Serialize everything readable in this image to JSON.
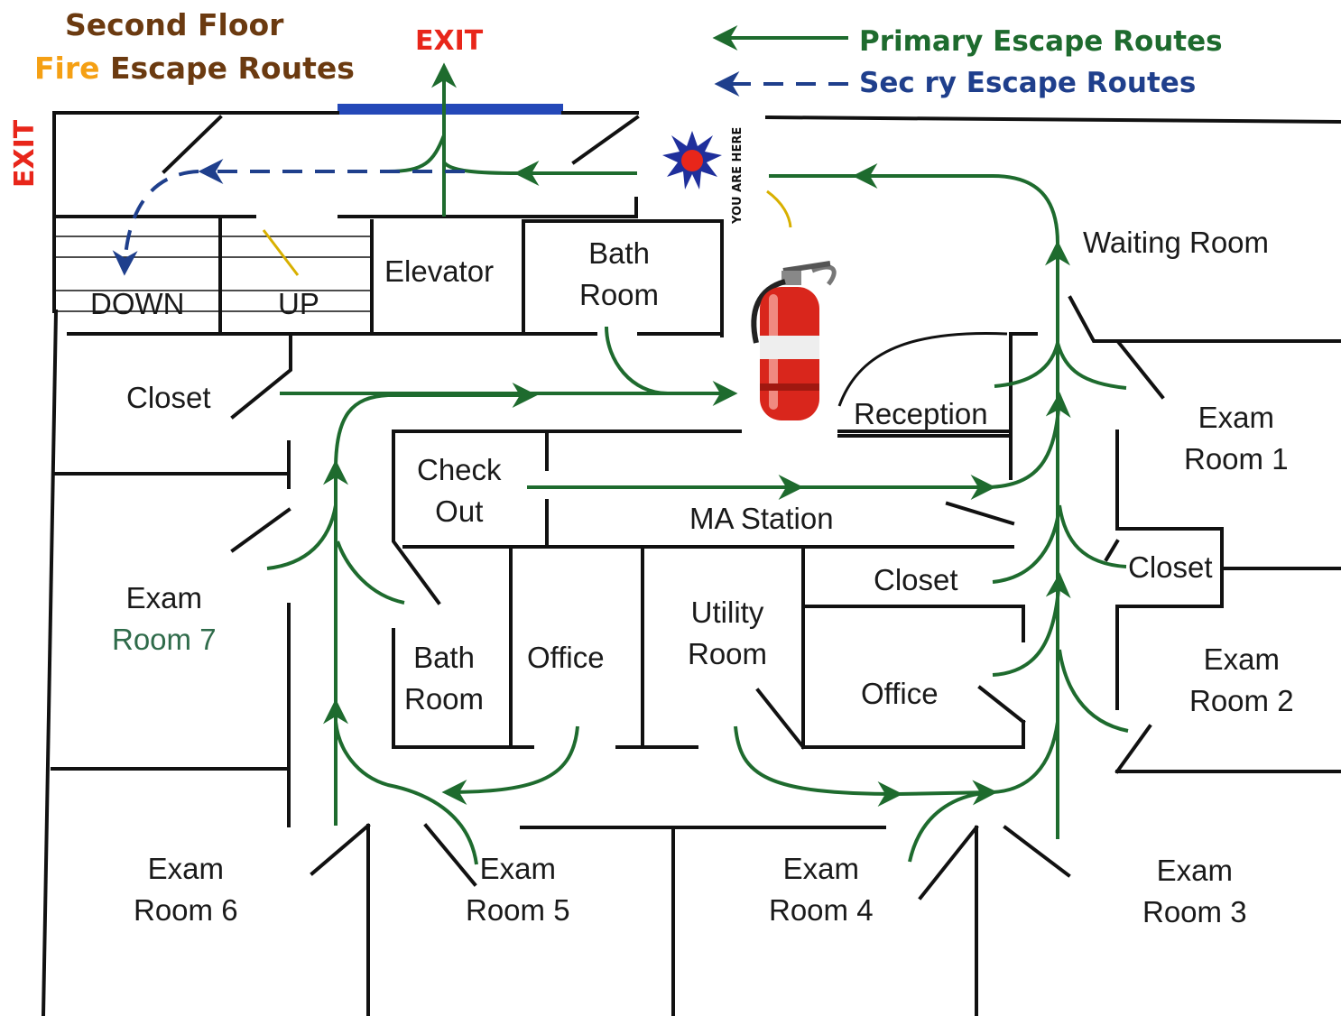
{
  "title": {
    "line1": "Second Floor",
    "line2_word1": "Fire",
    "line2_rest": "Escape Routes"
  },
  "exits": {
    "top": "EXIT",
    "left": "EXIT"
  },
  "legend": {
    "primary": "Primary Escape Routes",
    "secondary": "Sec    ry Escape Routes"
  },
  "you_are_here": "YOU ARE HERE",
  "rooms": {
    "down": "DOWN",
    "up": "UP",
    "elevator": "Elevator",
    "bath_room_top": {
      "l1": "Bath",
      "l2": "Room"
    },
    "waiting_room": "Waiting Room",
    "closet_left": "Closet",
    "reception": "Reception",
    "check_out": {
      "l1": "Check",
      "l2": "Out"
    },
    "ma_station": "MA Station",
    "exam_room_1": {
      "l1": "Exam",
      "l2": "Room 1"
    },
    "closet_right": "Closet",
    "closet_middle": "Closet",
    "exam_room_7": {
      "l1": "Exam",
      "l2": "Room 7"
    },
    "bath_room_bottom": {
      "l1": "Bath",
      "l2": "Room"
    },
    "office_left": "Office",
    "utility_room": {
      "l1": "Utility",
      "l2": "Room"
    },
    "office_right": "Office",
    "exam_room_2": {
      "l1": "Exam",
      "l2": "Room 2"
    },
    "exam_room_6": {
      "l1": "Exam",
      "l2": "Room 6"
    },
    "exam_room_5": {
      "l1": "Exam",
      "l2": "Room 5"
    },
    "exam_room_4": {
      "l1": "Exam",
      "l2": "Room 4"
    },
    "exam_room_3": {
      "l1": "Exam",
      "l2": "Room 3"
    }
  },
  "colors": {
    "wall": "#111111",
    "primary_route": "#1e6b2e",
    "secondary_route": "#1f3f8c",
    "exit_text": "#e8261a",
    "window_bar": "#2448b8",
    "extinguisher": "#d9261c"
  }
}
